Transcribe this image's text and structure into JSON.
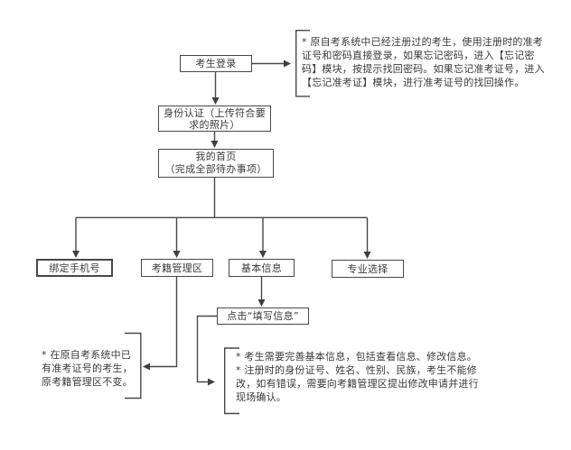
{
  "diagram": {
    "nodes": {
      "login": {
        "label": "考生登录"
      },
      "identity": {
        "label": "身份认证（上传符合要\n求的照片）"
      },
      "home": {
        "label": "我的首页\n（完成全部待办事项）"
      },
      "phone": {
        "label": "绑定手机号"
      },
      "records": {
        "label": "考籍管理区"
      },
      "basic": {
        "label": "基本信息"
      },
      "major": {
        "label": "专业选择"
      },
      "fill": {
        "label": "点击“填写信息”"
      }
    },
    "notes": {
      "login_note": {
        "text": "* 原自考系统中已经注册过的考生，使用注册时的准考\n证号和密码直接登录，如果忘记密码，进入【忘记密\n码】模块，按提示找回密码。如果忘记准考证号，进入\n【忘记准考证】模块，进行准考证号的找回操作。"
      },
      "records_note": {
        "text": "* 在原自考系统中已\n有准考证号的考生，\n原考籍管理区不变。"
      },
      "basic_note": {
        "text": "* 考生需要完善基本信息，包括查看信息、修改信息。\n* 注册时的身份证号、姓名、性别、民族，考生不能修\n改，如有错误，需要向考籍管理区提出修改申请并进行\n现场确认。"
      }
    },
    "colors": {
      "line": "#484848",
      "text": "#3a3a3a",
      "background": "#ffffff"
    }
  }
}
